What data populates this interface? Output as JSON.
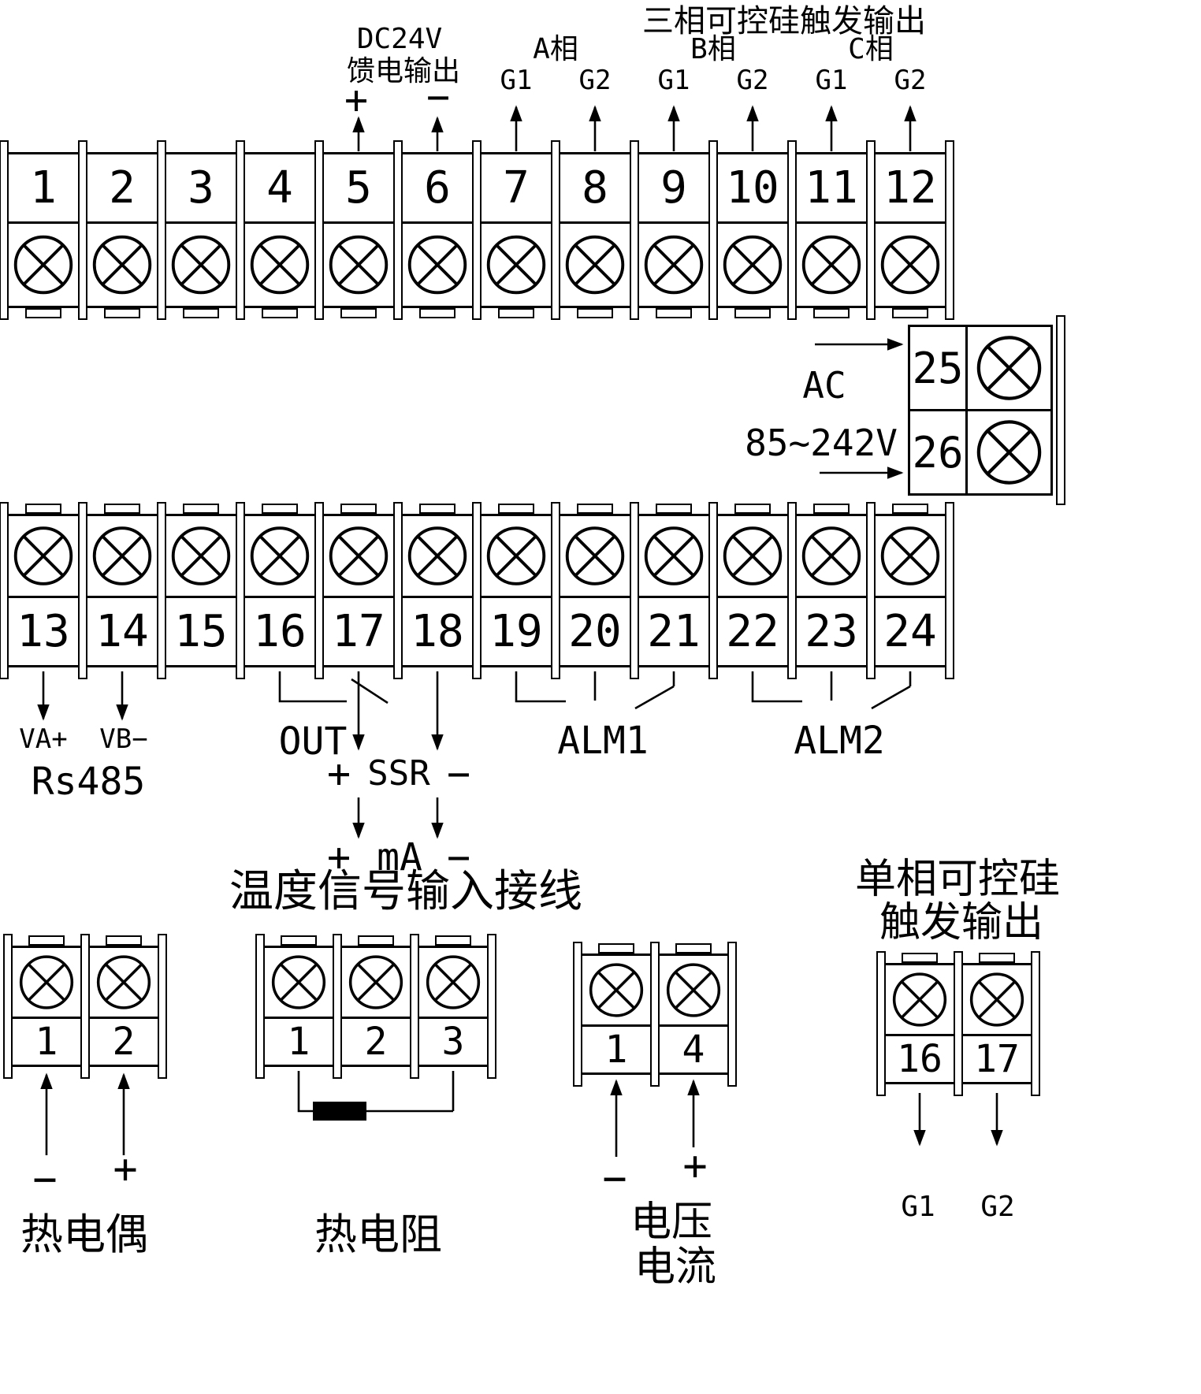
{
  "three_phase_title": "三相可控硅触发输出",
  "dc24v": {
    "line1": "DC24V",
    "line2": "馈电输出",
    "plus": "+",
    "minus": "−"
  },
  "phases": [
    {
      "name": "A相",
      "g1": "G1",
      "g2": "G2"
    },
    {
      "name": "B相",
      "g1": "G1",
      "g2": "G2"
    },
    {
      "name": "C相",
      "g1": "G1",
      "g2": "G2"
    }
  ],
  "strip_top": {
    "terminals": [
      "1",
      "2",
      "3",
      "4",
      "5",
      "6",
      "7",
      "8",
      "9",
      "10",
      "11",
      "12"
    ]
  },
  "ac_block": {
    "label": "AC",
    "range": "85~242V",
    "terminals": [
      "25",
      "26"
    ]
  },
  "strip_bottom": {
    "terminals": [
      "13",
      "14",
      "15",
      "16",
      "17",
      "18",
      "19",
      "20",
      "21",
      "22",
      "23",
      "24"
    ]
  },
  "rs485": {
    "va": "VA+",
    "vb": "VB−",
    "label": "Rs485"
  },
  "out": {
    "label": "OUT",
    "ssr_plus": "+",
    "ssr": "SSR",
    "ssr_minus": "−",
    "ma_plus": "+",
    "ma": "mA",
    "ma_minus": "−"
  },
  "alarms": {
    "alm1": "ALM1",
    "alm2": "ALM2"
  },
  "bottom": {
    "section_title": "温度信号输入接线",
    "thermocouple": {
      "terminals": [
        "1",
        "2"
      ],
      "minus": "−",
      "plus": "+",
      "label": "热电偶"
    },
    "rtd": {
      "terminals": [
        "1",
        "2",
        "3"
      ],
      "label": "热电阻"
    },
    "volt_curr": {
      "terminals": [
        "1",
        "4"
      ],
      "minus": "−",
      "plus": "+",
      "label_top": "电压",
      "label_bottom": "电流"
    },
    "scr": {
      "title_line1": "单相可控硅",
      "title_line2": "触发输出",
      "terminals": [
        "16",
        "17"
      ],
      "g1": "G1",
      "g2": "G2"
    }
  }
}
